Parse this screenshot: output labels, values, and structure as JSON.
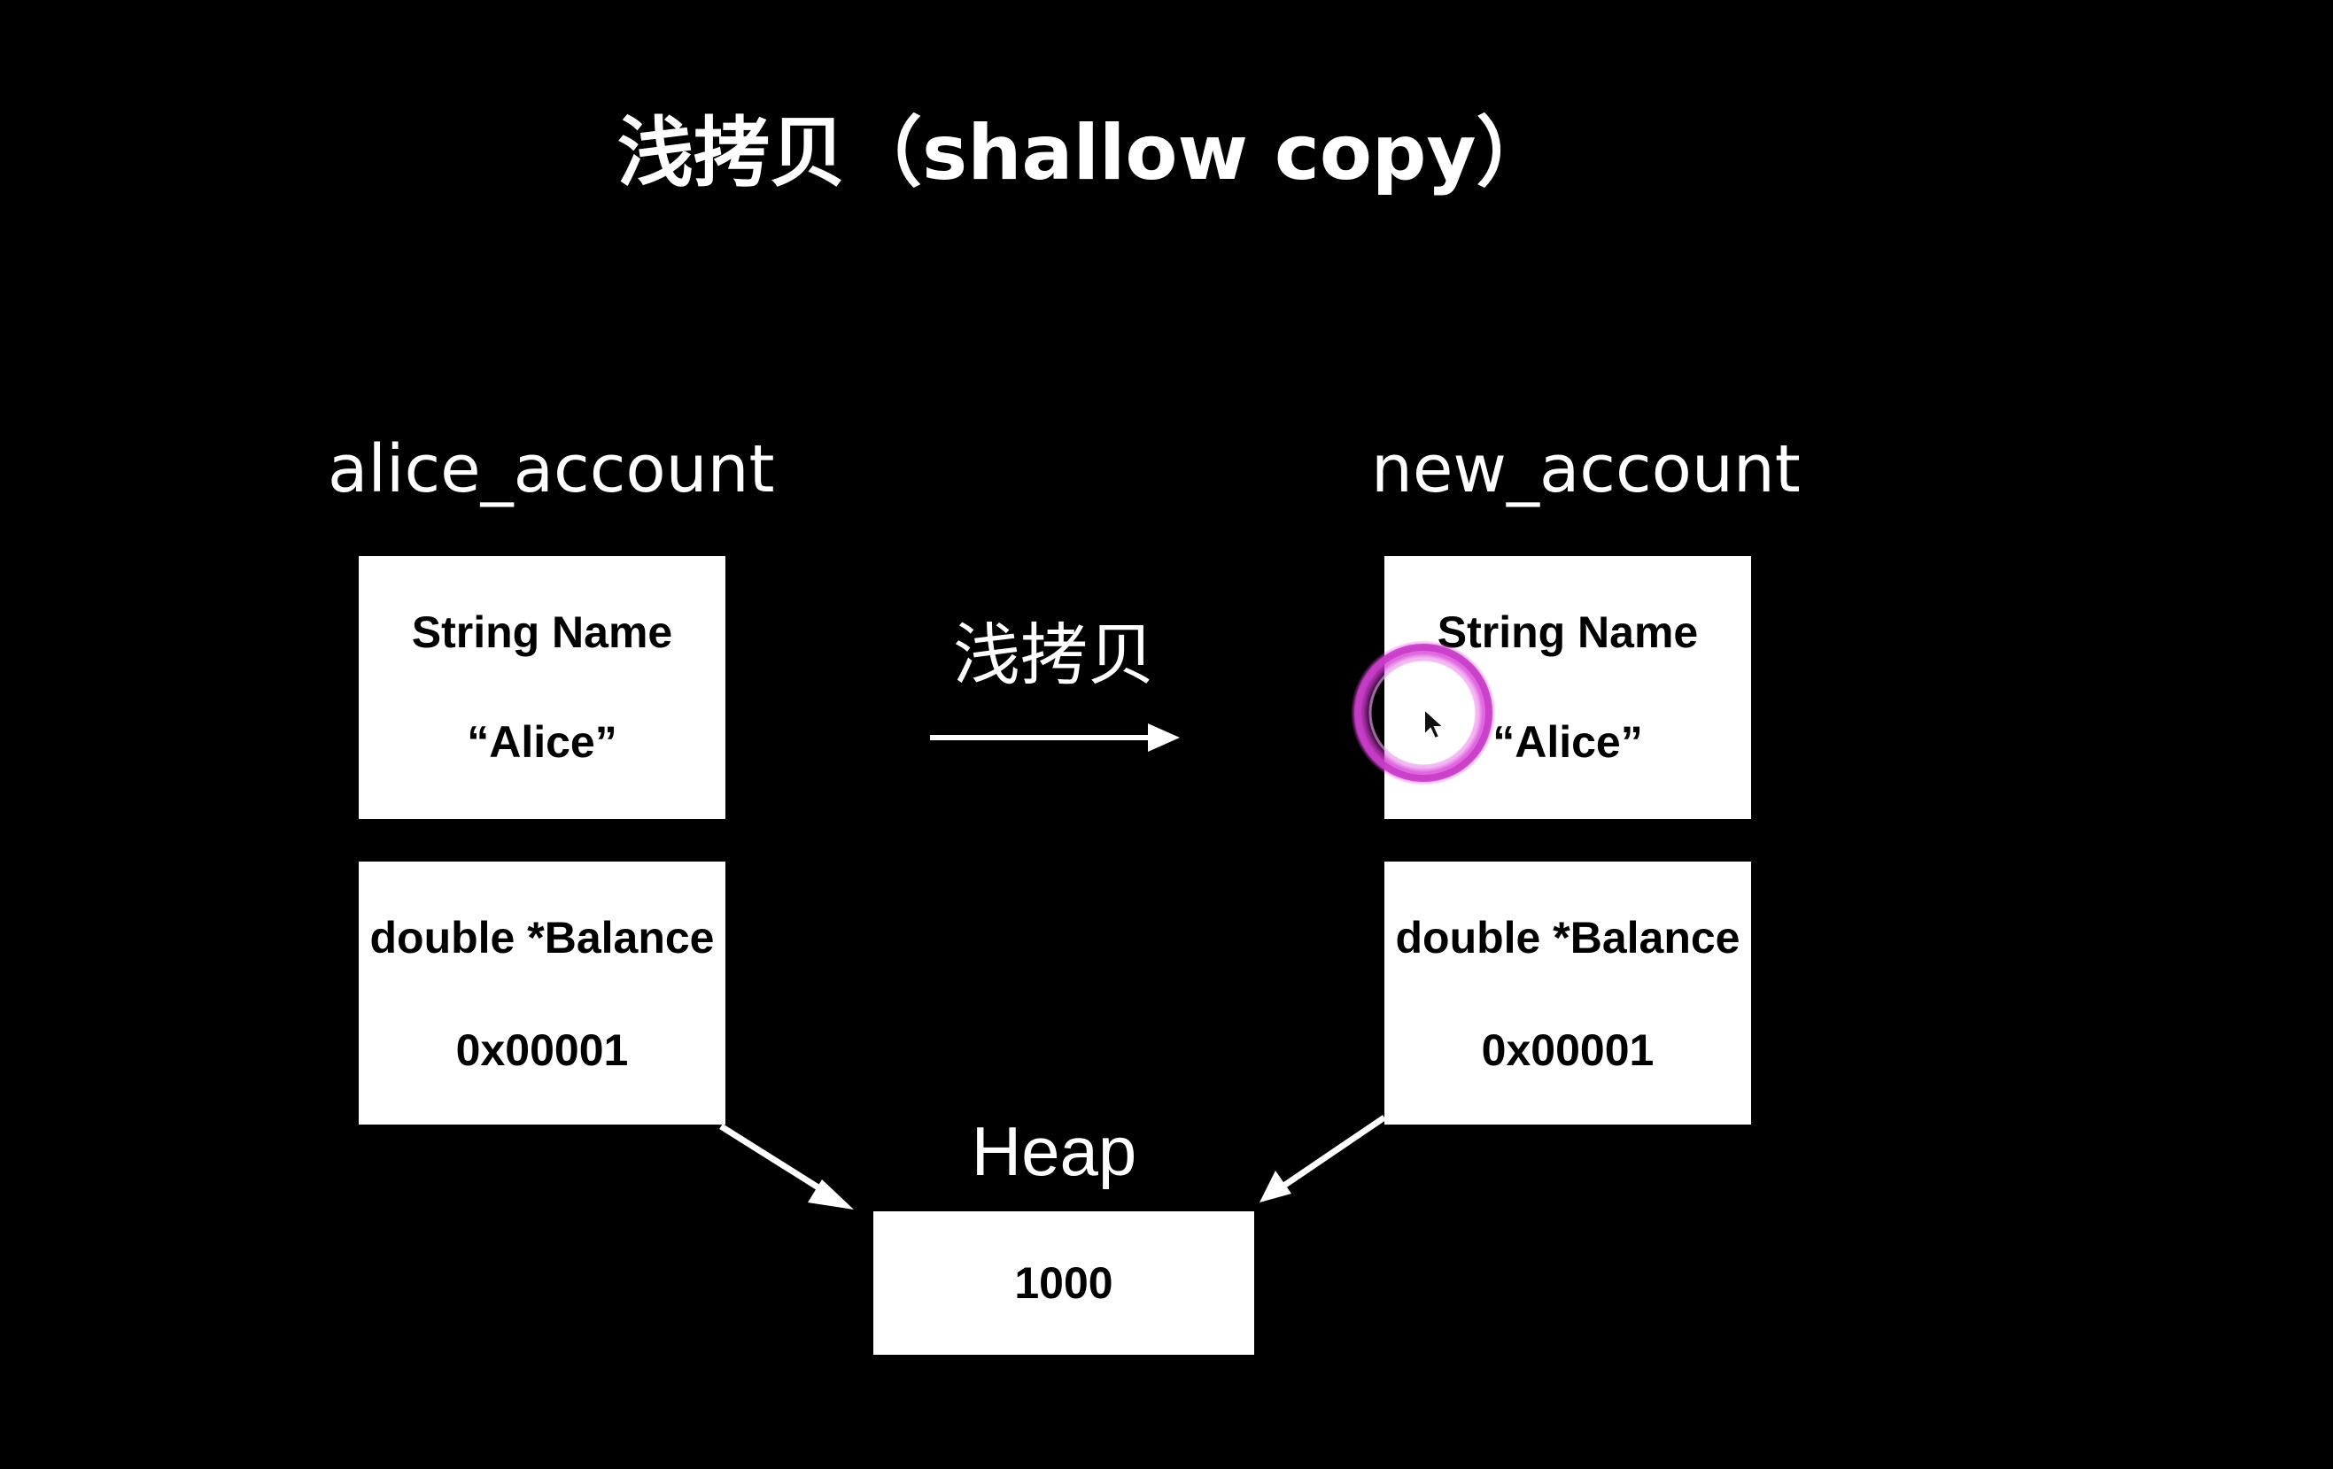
{
  "title": "浅拷贝（shallow copy）",
  "source_object": {
    "name": "alice_account",
    "name_field": {
      "type": "String Name",
      "value": "“Alice”"
    },
    "balance_field": {
      "type": "double *Balance",
      "value": "0x00001"
    }
  },
  "copy_object": {
    "name": "new_account",
    "name_field": {
      "type": "String Name",
      "value": "“Alice”"
    },
    "balance_field": {
      "type": "double *Balance",
      "value": "0x00001"
    }
  },
  "copy_arrow_label": "浅拷贝",
  "heap": {
    "label": "Heap",
    "value": "1000"
  },
  "colors": {
    "background": "#000000",
    "box": "#ffffff",
    "cursor_ring": "#d633d6"
  }
}
